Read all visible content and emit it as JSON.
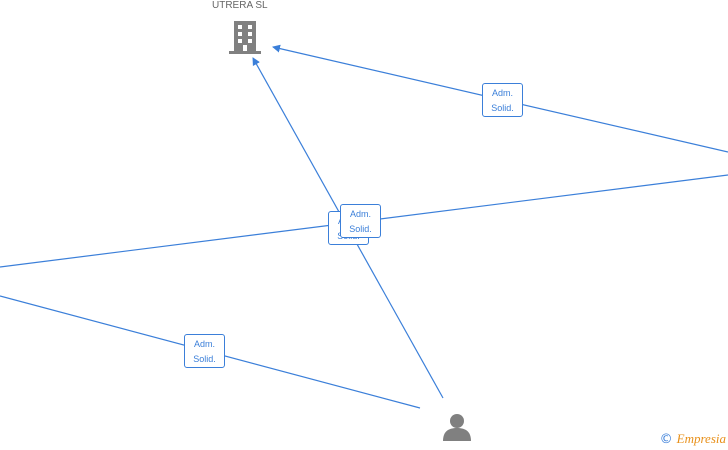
{
  "company_node": {
    "label": "UTRERA SL",
    "icon": "building-icon"
  },
  "person_node": {
    "label": "",
    "icon": "person-icon"
  },
  "edge_labels": [
    {
      "line1": "Adm.",
      "line2": "Solid."
    },
    {
      "line1": "Adm.",
      "line2": "Solid."
    },
    {
      "line1": "Adm.",
      "line2": "Solid."
    },
    {
      "line1": "Adm.",
      "line2": "Solid."
    }
  ],
  "watermark": {
    "copyright": "©",
    "brand": "Empresia"
  },
  "colors": {
    "edge": "#3b7fd9",
    "icon": "#808080",
    "brand": "#e8901a"
  }
}
